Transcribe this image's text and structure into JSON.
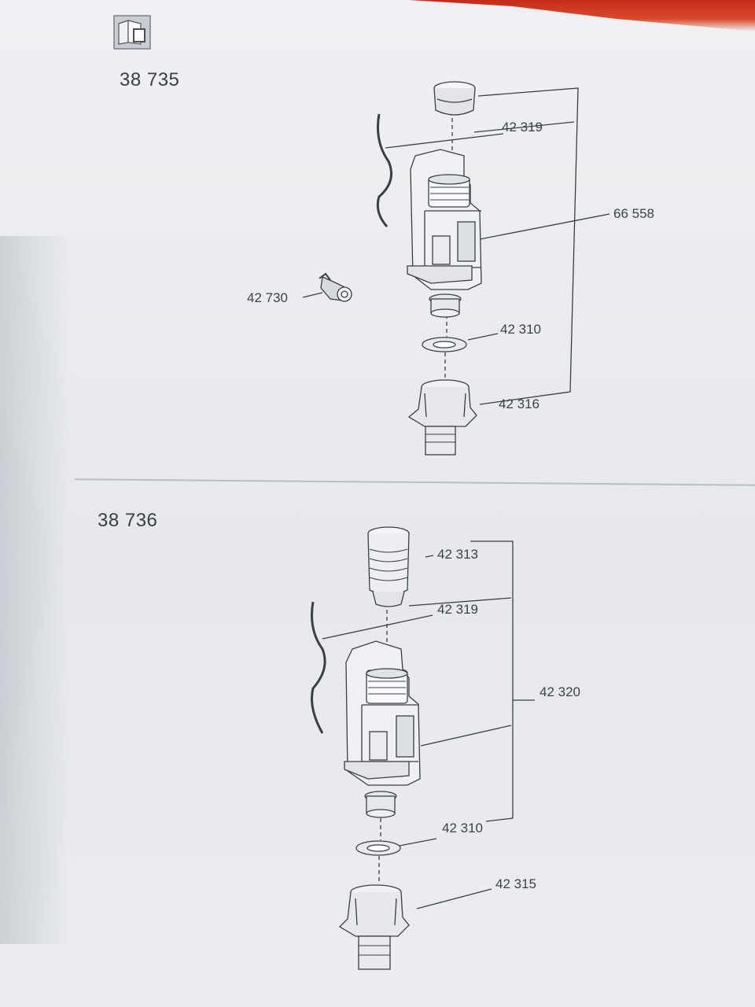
{
  "sections": [
    {
      "model": "38 735",
      "parts": [
        {
          "id": "p1",
          "number": "42 319"
        },
        {
          "id": "p2",
          "number": "66 558"
        },
        {
          "id": "p3",
          "number": "42 730"
        },
        {
          "id": "p4",
          "number": "42 310"
        },
        {
          "id": "p5",
          "number": "42 316"
        }
      ]
    },
    {
      "model": "38 736",
      "parts": [
        {
          "id": "q1",
          "number": "42 313"
        },
        {
          "id": "q2",
          "number": "42 319"
        },
        {
          "id": "q3",
          "number": "42 320"
        },
        {
          "id": "q4",
          "number": "42 310"
        },
        {
          "id": "q5",
          "number": "42 315"
        }
      ]
    }
  ],
  "header_icon": "manual-book-icon"
}
